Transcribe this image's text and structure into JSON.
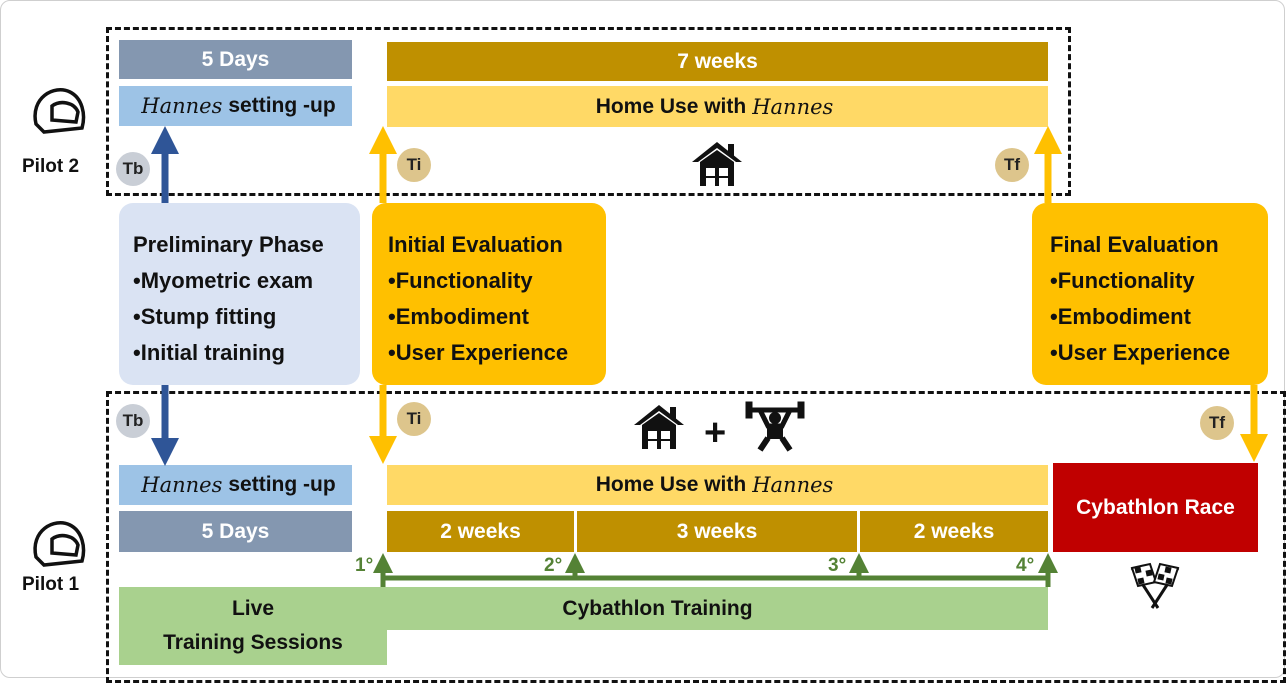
{
  "brand": "Hannes",
  "pilot2": {
    "label": "Pilot 2",
    "setup_duration": "5 Days",
    "setup_prefix": "",
    "setup_suffix": "setting -up",
    "home_duration": "7 weeks",
    "home_use_prefix": "Home Use with",
    "markers": {
      "tb": "Tb",
      "ti": "Ti",
      "tf": "Tf"
    }
  },
  "preliminary": {
    "title": "Preliminary Phase",
    "items": [
      "•Myometric exam",
      "•Stump fitting",
      "•Initial training"
    ]
  },
  "initial_evaluation": {
    "title": "Initial Evaluation",
    "items": [
      "•Functionality",
      "•Embodiment",
      "•User Experience"
    ]
  },
  "final_evaluation": {
    "title": "Final Evaluation",
    "items": [
      "•Functionality",
      "•Embodiment",
      "•User Experience"
    ]
  },
  "pilot1": {
    "label": "Pilot 1",
    "setup_suffix": "setting -up",
    "setup_duration": "5 Days",
    "home_use_prefix": "Home Use with",
    "phases": [
      "2 weeks",
      "3 weeks",
      "2 weeks"
    ],
    "race": "Cybathlon Race",
    "markers": {
      "tb": "Tb",
      "ti": "Ti",
      "tf": "Tf"
    },
    "sessions": [
      "1°",
      "2°",
      "3°",
      "4°"
    ],
    "live_training": [
      "Live",
      "Training Sessions"
    ],
    "cybathlon_training": "Cybathlon Training",
    "plus": "+"
  },
  "colors": {
    "slate": "#8497B0",
    "light_blue": "#9DC3E6",
    "pale_blue": "#DAE3F3",
    "dark_gold": "#BF9000",
    "light_gold": "#FFD966",
    "amber": "#FFC000",
    "red": "#C00000",
    "light_green": "#A9D18E",
    "green": "#548235",
    "navy": "#2F5597",
    "tan": "#DDC58C",
    "gray_circle": "#C9CED6"
  },
  "icons": [
    "helmet-icon",
    "house-icon",
    "weightlifter-icon",
    "checkered-flags-icon"
  ]
}
